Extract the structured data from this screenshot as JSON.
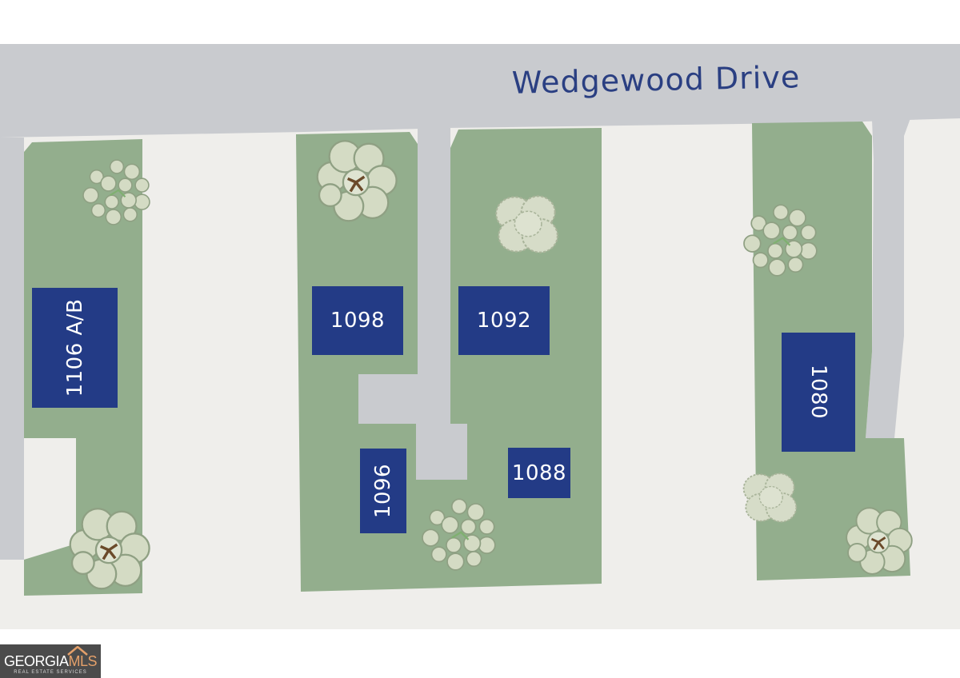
{
  "street": {
    "name": "Wedgewood Drive"
  },
  "lots": [
    {
      "id": "1106 A/B"
    },
    {
      "id": "1098"
    },
    {
      "id": "1092"
    },
    {
      "id": "1096"
    },
    {
      "id": "1088"
    },
    {
      "id": "1080"
    }
  ],
  "logo": {
    "brand_main": "GEORGIA",
    "brand_accent": "MLS",
    "tagline": "REAL ESTATE SERVICES"
  },
  "colors": {
    "road": "#c9cbcf",
    "lawn": "#93ae8d",
    "background": "#efeeeb",
    "building": "#233b86",
    "street_label": "#2a3f82"
  }
}
